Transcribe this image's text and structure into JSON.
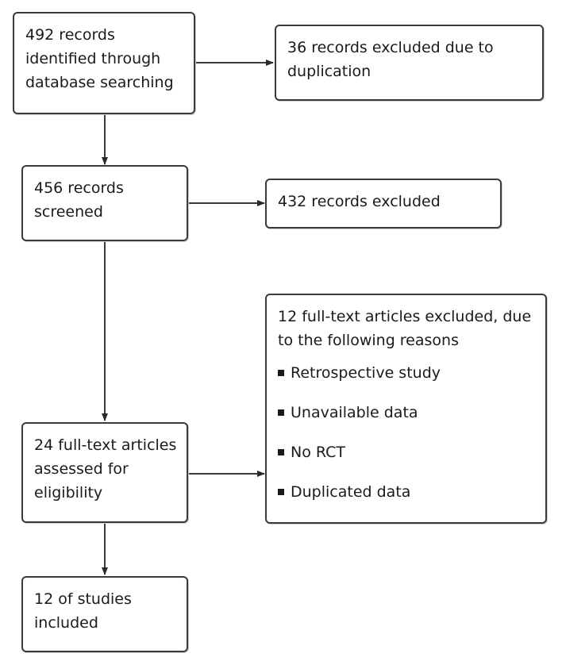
{
  "flow": {
    "identified": "492 records\nidentified through\ndatabase searching",
    "duplicates_excluded": "36 records excluded due to\nduplication",
    "screened": "456 records\nscreened",
    "screen_excluded": "432 records excluded",
    "fulltext_assessed": "24 full-text articles\nassessed for\neligibility",
    "fulltext_excluded": {
      "heading": "12 full-text articles excluded, due\nto the following reasons",
      "reasons": [
        "Retrospective study",
        "Unavailable data",
        "No RCT",
        "Duplicated data"
      ]
    },
    "included": "12 of studies\nincluded"
  },
  "colors": {
    "line": "#3a3a3a",
    "text": "#1a1a1a",
    "background": "#ffffff"
  }
}
